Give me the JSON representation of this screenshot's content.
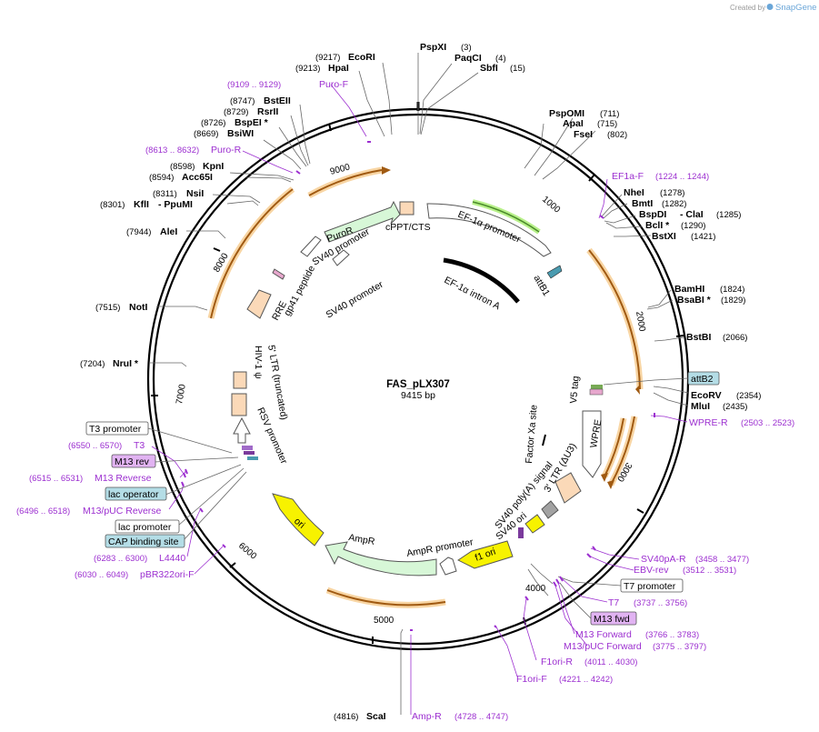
{
  "credit": {
    "prefix": "Created by",
    "brand": "SnapGene"
  },
  "title": "FAS_pLX307",
  "length_label": "9415 bp",
  "ticks": [
    "1000",
    "2000",
    "3000",
    "4000",
    "5000",
    "6000",
    "7000",
    "8000",
    "9000"
  ],
  "enzymes": [
    {
      "name": "SpeI",
      "pos": "",
      "visible": false
    },
    {
      "name": "EcoRI",
      "pos": "(9217)"
    },
    {
      "name": "HpaI",
      "pos": "(9213)"
    },
    {
      "name": "PspXI",
      "pos": "(3)"
    },
    {
      "name": "PaqCI",
      "pos": "(4)"
    },
    {
      "name": "SbfI",
      "pos": "(15)"
    },
    {
      "name": "BstEII",
      "pos": "(8747)"
    },
    {
      "name": "RsrII",
      "pos": "(8729)"
    },
    {
      "name": "BspEI *",
      "pos": "(8726)"
    },
    {
      "name": "BsiWI",
      "pos": "(8669)"
    },
    {
      "name": "KpnI",
      "pos": "(8598)"
    },
    {
      "name": "Acc65I",
      "pos": "(8594)"
    },
    {
      "name": "NsiI",
      "pos": "(8311)"
    },
    {
      "name": "KflI",
      "pos": "(8301)"
    },
    {
      "name": "- PpuMI",
      "pos": ""
    },
    {
      "name": "AleI",
      "pos": "(7944)"
    },
    {
      "name": "NotI",
      "pos": "(7515)"
    },
    {
      "name": "NruI *",
      "pos": "(7204)"
    },
    {
      "name": "PspOMI",
      "pos": "(711)"
    },
    {
      "name": "ApaI",
      "pos": "(715)"
    },
    {
      "name": "FseI",
      "pos": "(802)"
    },
    {
      "name": "NheI",
      "pos": "(1278)"
    },
    {
      "name": "BmtI",
      "pos": "(1282)"
    },
    {
      "name": "BspDI",
      "pos": ""
    },
    {
      "name": "- ClaI",
      "pos": "(1285)"
    },
    {
      "name": "BclI *",
      "pos": "(1290)"
    },
    {
      "name": "BstXI",
      "pos": "(1421)"
    },
    {
      "name": "BamHI",
      "pos": "(1824)"
    },
    {
      "name": "BsaBI *",
      "pos": "(1829)"
    },
    {
      "name": "BstBI",
      "pos": "(2066)"
    },
    {
      "name": "EcoRV",
      "pos": "(2354)"
    },
    {
      "name": "MluI",
      "pos": "(2435)"
    },
    {
      "name": "ScaI",
      "pos": "(4816)"
    }
  ],
  "primers": [
    {
      "name": "Puro-F",
      "range": "(9109 .. 9129)"
    },
    {
      "name": "Puro-R",
      "range": "(8613 .. 8632)"
    },
    {
      "name": "EF1a-F",
      "range": "(1224 .. 1244)"
    },
    {
      "name": "WPRE-R",
      "range": "(2503 .. 2523)"
    },
    {
      "name": "SV40pA-R",
      "range": "(3458 .. 3477)"
    },
    {
      "name": "EBV-rev",
      "range": "(3512 .. 3531)"
    },
    {
      "name": "T7",
      "range": "(3737 .. 3756)"
    },
    {
      "name": "M13 Forward",
      "range": "(3766 .. 3783)"
    },
    {
      "name": "M13/pUC Forward",
      "range": "(3775 .. 3797)"
    },
    {
      "name": "F1ori-R",
      "range": "(4011 .. 4030)"
    },
    {
      "name": "F1ori-F",
      "range": "(4221 .. 4242)"
    },
    {
      "name": "Amp-R",
      "range": "(4728 .. 4747)"
    },
    {
      "name": "T3",
      "range": "(6550 .. 6570)"
    },
    {
      "name": "M13 Reverse",
      "range": "(6515 .. 6531)"
    },
    {
      "name": "M13/pUC Reverse",
      "range": "(6496 .. 6518)"
    },
    {
      "name": "L4440",
      "range": "(6283 .. 6300)"
    },
    {
      "name": "pBR322ori-F",
      "range": "(6030 .. 6049)"
    }
  ],
  "boxed_features": {
    "attB2": "attB2",
    "T7_promoter": "T7 promoter",
    "M13_fwd": "M13 fwd",
    "T3_promoter": "T3 promoter",
    "M13_rev": "M13 rev",
    "lac_operator": "lac operator",
    "lac_promoter": "lac promoter",
    "CAP_binding_site": "CAP binding site"
  },
  "features": {
    "PuroR": "PuroR",
    "SV40_promoter_1": "SV40 promoter",
    "SV40_promoter_2": "SV40 promoter",
    "cPPT_CTS": "cPPT/CTS",
    "EF1a_promoter": "EF-1α promoter",
    "EF1a_intron": "EF-1α intron A",
    "attB1": "attB1",
    "gp41": "gp41 peptide",
    "RRE": "RRE",
    "HIV_psi": "HIV-1 ψ",
    "LTR_5": "5' LTR (truncated)",
    "RSV": "RSV promoter",
    "V5_tag": "V5 tag",
    "Factor_Xa": "Factor Xa site",
    "WPRE": "WPRE",
    "LTR_3": "3' LTR (ΔU3)",
    "SV40_polyA": "SV40 poly(A) signal",
    "SV40_ori": "SV40 ori",
    "f1_ori": "f1 ori",
    "AmpR_promoter": "AmpR promoter",
    "AmpR": "AmpR",
    "ori": "ori"
  },
  "colors": {
    "backbone": "#000000",
    "primer": "#9c2fd0",
    "orf": "#c9701a",
    "puro": "#d7f7d7",
    "ori": "#f7f200",
    "boxed_teal": "#b4dde6",
    "boxed_purple": "#e1b3f2",
    "ltr": "#fbd9b8"
  }
}
